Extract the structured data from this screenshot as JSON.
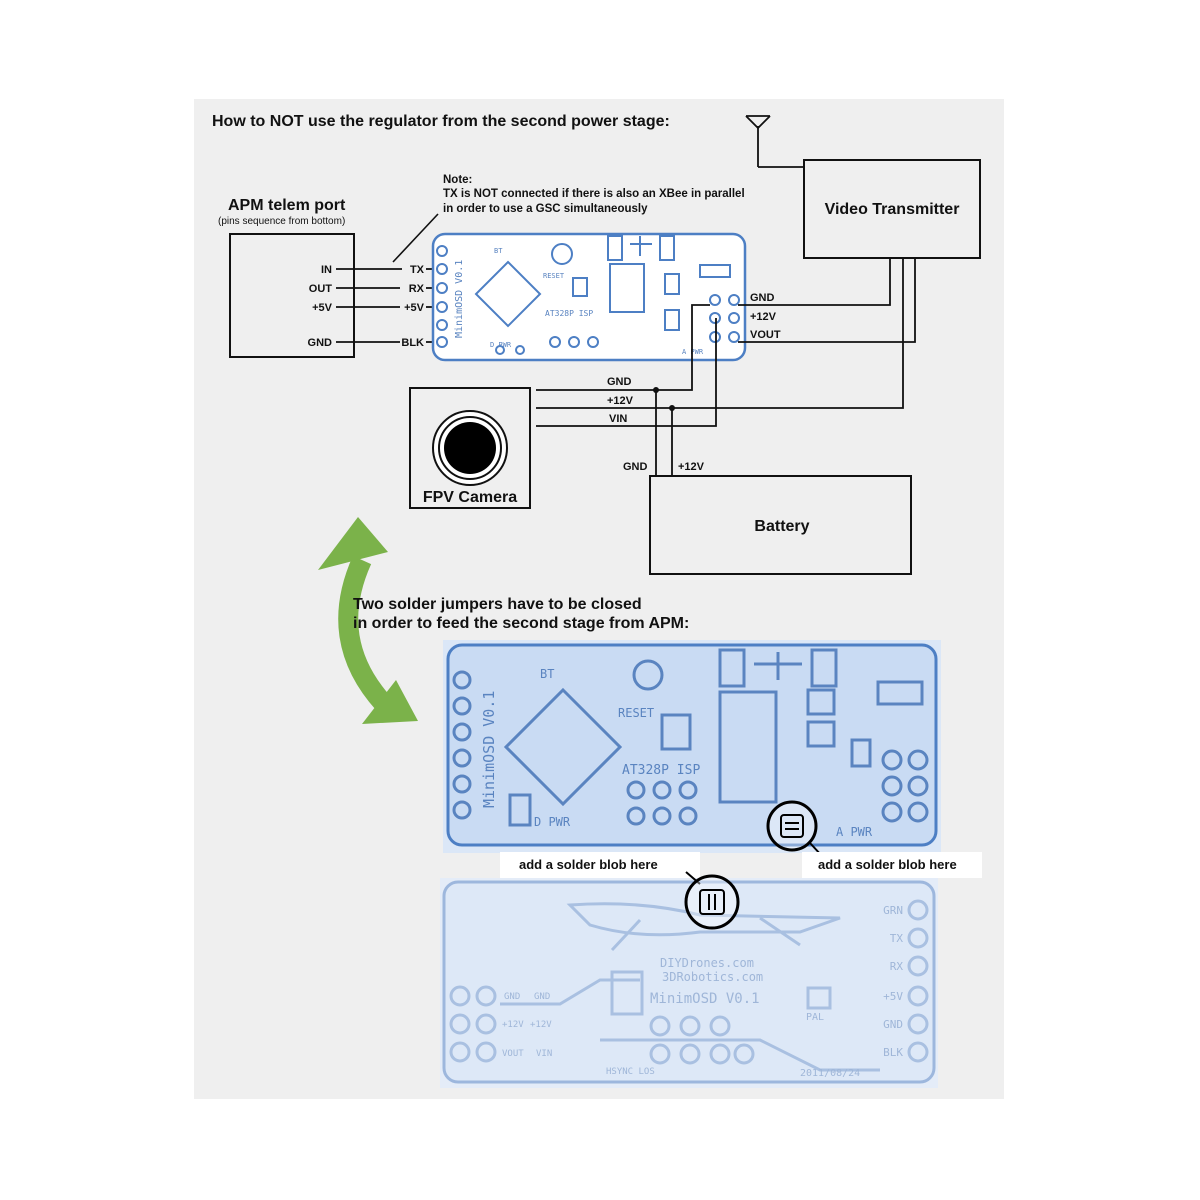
{
  "diagram": {
    "heading": "How to NOT use the regulator from the second power stage:",
    "note": {
      "title": "Note:",
      "line1": "TX is NOT connected if there is also an XBee in parallel",
      "line2": "in order to use a GSC simultaneously"
    },
    "apm": {
      "title": "APM telem port",
      "subtitle": "(pins sequence from bottom)",
      "pins": [
        "IN",
        "OUT",
        "+5V",
        "GND"
      ]
    },
    "osd_left_pins": [
      "TX",
      "RX",
      "+5V",
      "BLK"
    ],
    "osd_right_pins": [
      "GND",
      "+12V",
      "VOUT"
    ],
    "video_transmitter": "Video Transmitter",
    "camera": {
      "label": "FPV Camera",
      "pins": [
        "GND",
        "+12V",
        "VIN"
      ]
    },
    "battery": {
      "label": "Battery",
      "pins": [
        "GND",
        "+12V"
      ]
    },
    "instructions": {
      "line1": "Two solder jumpers have to be closed",
      "line2": "in order to feed the second stage from APM:"
    },
    "solder_note_left": "add a solder blob here",
    "solder_note_right": "add a solder blob here",
    "pcb_top": {
      "name": "MinimOSD V0.1",
      "chip": "AT328P ISP",
      "reset": "RESET",
      "bt": "BT",
      "d_pwr": "D PWR",
      "a_pwr": "A PWR"
    },
    "pcb_bottom": {
      "site1": "DIYDrones.com",
      "site2": "3DRobotics.com",
      "name": "MinimOSD V0.1",
      "pins": [
        "GRN",
        "TX",
        "RX",
        "+5V",
        "GND",
        "BLK"
      ],
      "pads_left": [
        "GND",
        "GND",
        "+12V",
        "+12V",
        "VOUT",
        "VIN"
      ],
      "pal": "PAL",
      "hsync": "HSYNC LOS",
      "date": "2011/08/24"
    }
  }
}
